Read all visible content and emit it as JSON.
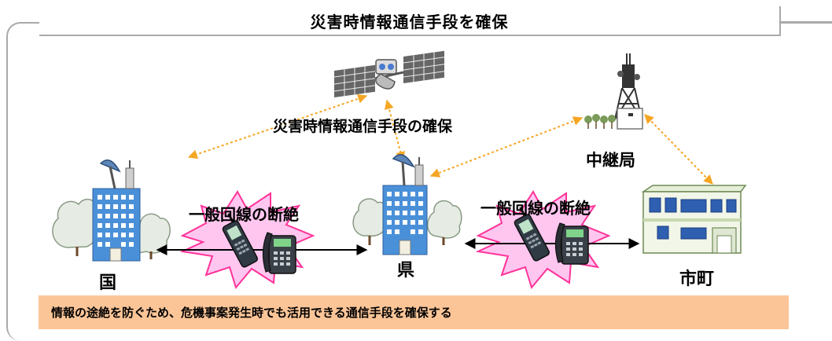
{
  "title": "災害時情報通信手段を確保",
  "center_label": "災害時情報通信手段の確保",
  "nodes": {
    "kuni": "国",
    "ken": "県",
    "shicho": "市町",
    "relay": "中継局"
  },
  "line_cut_labels": [
    "一般回線の断絶",
    "一般回線の断絶"
  ],
  "banner": "情報の途絶を防ぐため、危機事案発生時でも活用できる通信手段を確保する",
  "colors": {
    "frame": "#a9a9a9",
    "banner_bg": "#fbc598",
    "burst": "#ffc6f0",
    "burst_stroke": "#ff3399",
    "dotted_link": "#f5a623",
    "building_blue": "#4a90d9",
    "tree_green": "#9bbf8a"
  },
  "icons": [
    "satellite-icon",
    "radio-tower-icon",
    "parabolic-antenna-icon",
    "tree-icon",
    "mobile-phone-icon",
    "desk-phone-icon",
    "burst-icon",
    "building-icon"
  ]
}
